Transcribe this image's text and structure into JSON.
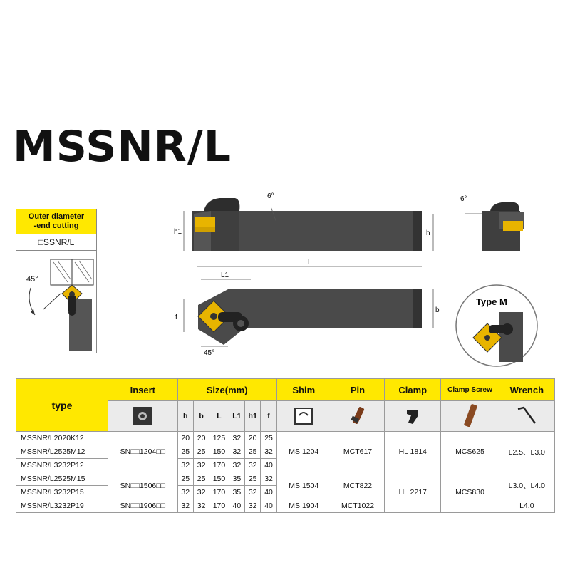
{
  "title": "MSSNR/L",
  "sidebox": {
    "header": "Outer diameter\n-end cutting",
    "code": "□SSNR/L",
    "angle": "45°"
  },
  "drawing": {
    "angle_top": "6°",
    "angle_side": "6°",
    "angle_bottom": "45°",
    "dim_h1": "h1",
    "dim_h": "h",
    "dim_L": "L",
    "dim_L1": "L1",
    "dim_f": "f",
    "dim_b": "b",
    "type_m": "Type M"
  },
  "table": {
    "headers": {
      "type": "type",
      "insert": "Insert",
      "size": "Size(mm)",
      "shim": "Shim",
      "pin": "Pin",
      "clamp": "Clamp",
      "clamp_screw": "Clamp Screw",
      "wrench": "Wrench"
    },
    "size_cols": [
      "h",
      "b",
      "L",
      "L1",
      "h1",
      "f"
    ],
    "rows": [
      {
        "type": "MSSNR/L2020K12",
        "size": [
          "20",
          "20",
          "125",
          "32",
          "20",
          "25"
        ]
      },
      {
        "type": "MSSNR/L2525M12",
        "size": [
          "25",
          "25",
          "150",
          "32",
          "25",
          "32"
        ]
      },
      {
        "type": "MSSNR/L3232P12",
        "size": [
          "32",
          "32",
          "170",
          "32",
          "32",
          "40"
        ]
      },
      {
        "type": "MSSNR/L2525M15",
        "size": [
          "25",
          "25",
          "150",
          "35",
          "25",
          "32"
        ]
      },
      {
        "type": "MSSNR/L3232P15",
        "size": [
          "32",
          "32",
          "170",
          "35",
          "32",
          "40"
        ]
      },
      {
        "type": "MSSNR/L3232P19",
        "size": [
          "32",
          "32",
          "170",
          "40",
          "32",
          "40"
        ]
      }
    ],
    "groups": {
      "insert": [
        "SN□□1204□□",
        "SN□□1506□□",
        "SN□□1906□□"
      ],
      "shim": [
        "MS 1204",
        "MS 1504",
        "MS 1904"
      ],
      "pin": [
        "MCT617",
        "MCT822",
        "MCT1022"
      ],
      "clamp": [
        "HL 1814",
        "HL 2217"
      ],
      "clamp_screw": [
        "MCS625",
        "MCS830"
      ],
      "wrench": [
        "L2.5、L3.0",
        "L3.0、L4.0",
        "L4.0"
      ]
    }
  },
  "colors": {
    "accent_yellow": "#ffe800",
    "tool_dark": "#4a4a4a",
    "insert_gold": "#e8b400"
  }
}
